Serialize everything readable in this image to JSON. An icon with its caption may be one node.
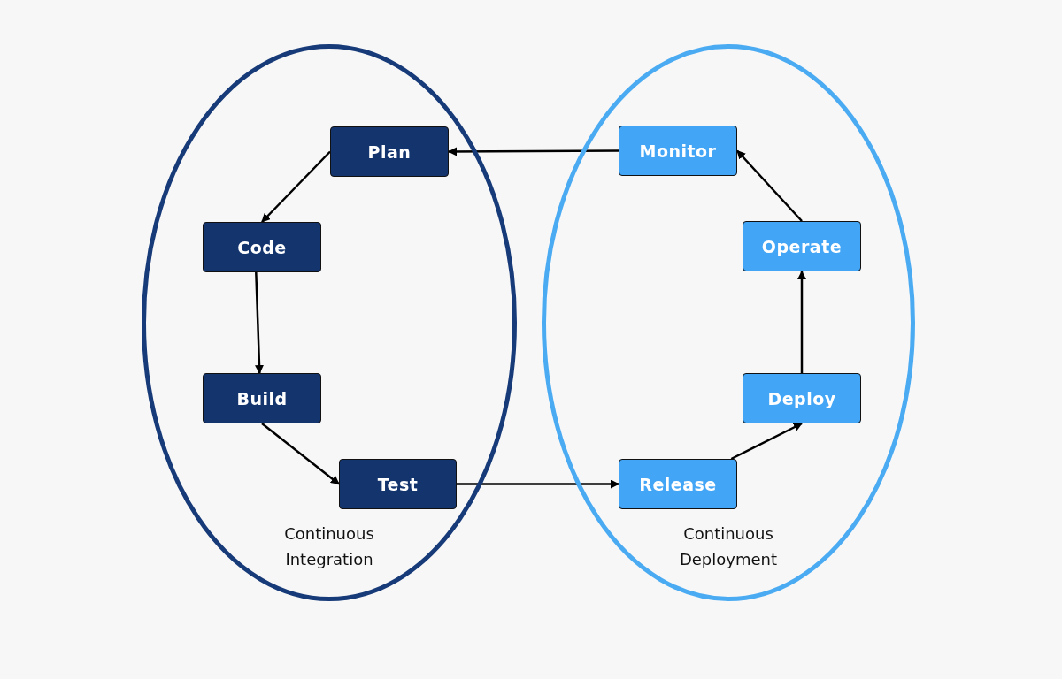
{
  "diagram": {
    "nodes": [
      {
        "text": [
          "Continuous Integration"
        ]
      },
      {
        "text": [
          "Plan"
        ],
        "in": 0
      },
      {
        "text": [
          "Code"
        ],
        "in": 0
      },
      {
        "text": [
          "Build"
        ],
        "in": 0
      },
      {
        "text": [
          "Test"
        ],
        "in": 0
      },
      {
        "text": [
          "Continuous Deployment"
        ]
      },
      {
        "text": [
          "Monitor"
        ],
        "in": 5
      },
      {
        "text": [
          "Operate"
        ],
        "in": 5
      },
      {
        "text": [
          "Deploy"
        ],
        "in": 5
      },
      {
        "text": [
          "Release"
        ],
        "in": 5
      }
    ],
    "edges": [
      {
        "from": 1,
        "to": 2,
        "arrow": "to"
      },
      {
        "from": 2,
        "to": 3,
        "arrow": "to"
      },
      {
        "from": 3,
        "to": 4,
        "arrow": "to"
      },
      {
        "from": 4,
        "to": 9,
        "arrow": "to"
      },
      {
        "from": 9,
        "to": 8,
        "arrow": "to"
      },
      {
        "from": 8,
        "to": 7,
        "arrow": "to"
      },
      {
        "from": 7,
        "to": 6,
        "arrow": "to"
      },
      {
        "from": 6,
        "to": 1,
        "arrow": "to"
      }
    ]
  }
}
